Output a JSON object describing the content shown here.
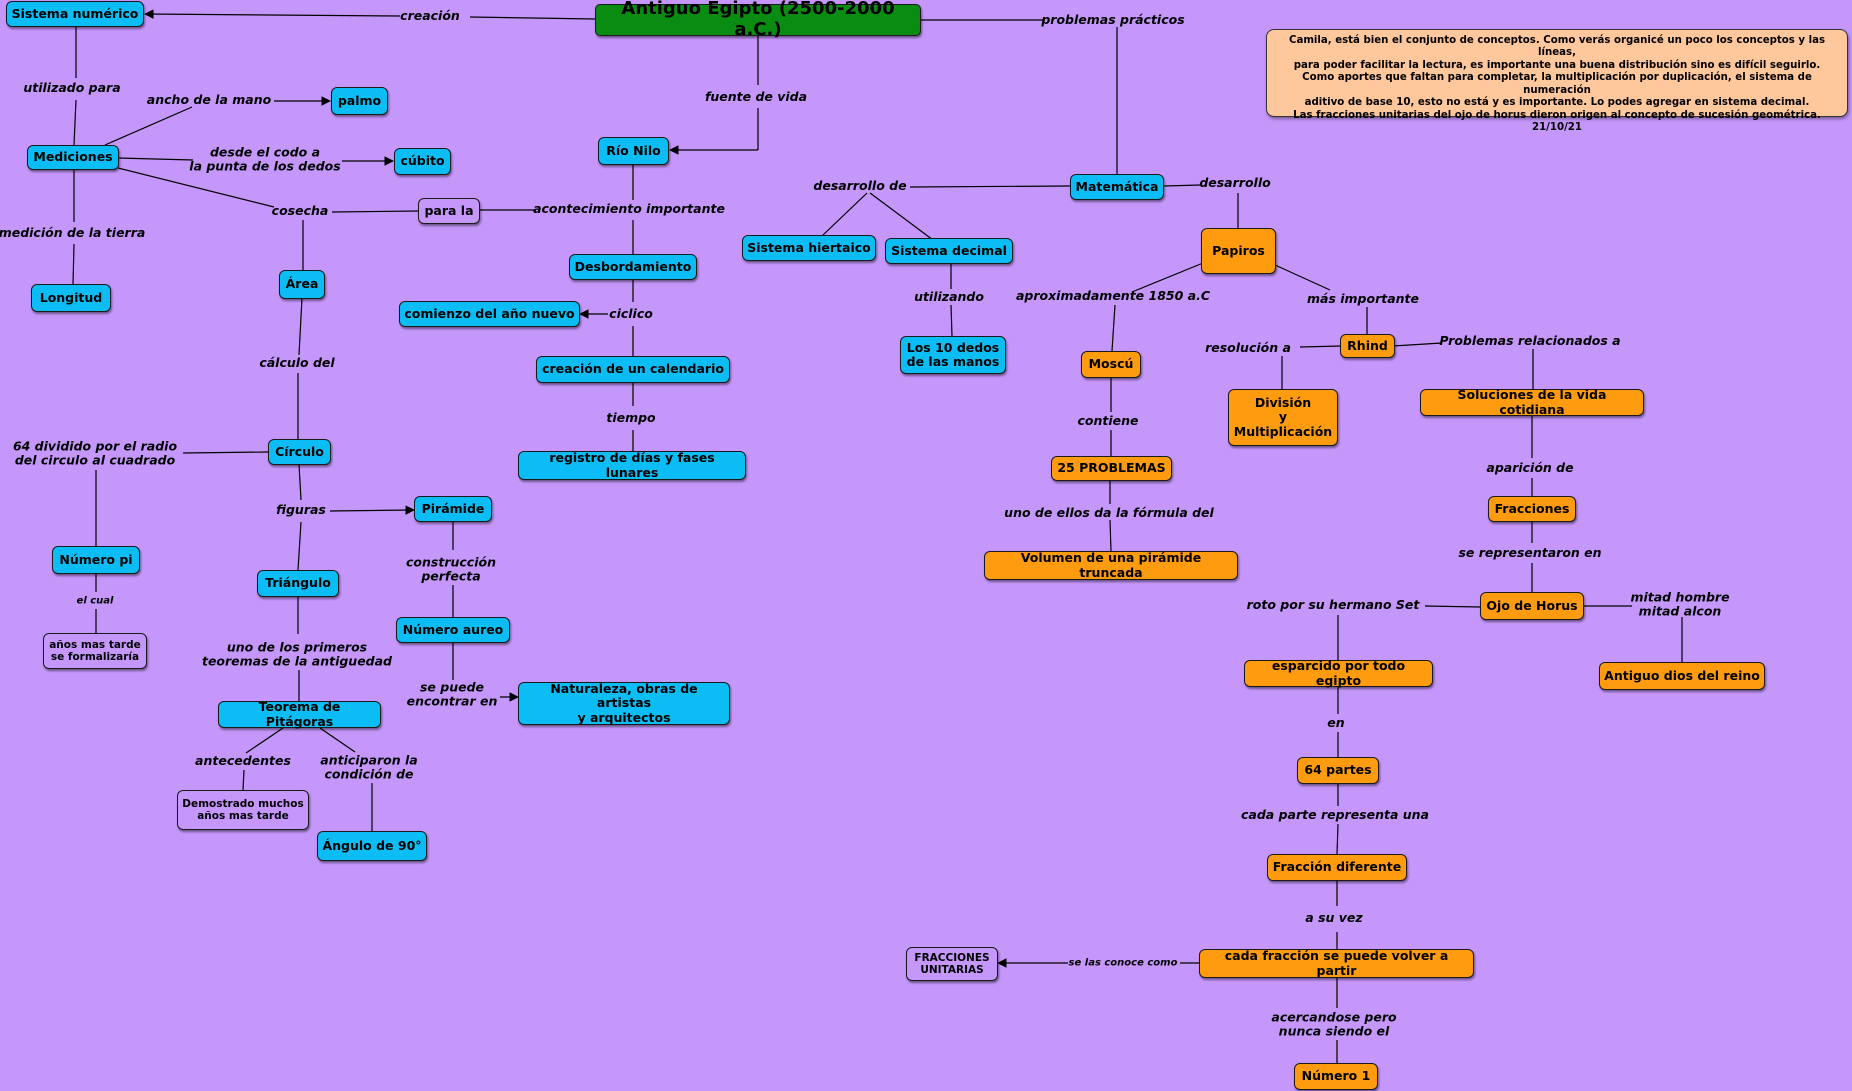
{
  "nodes": {
    "root": "Antiguo Egipto (2500-2000 a.C.)",
    "sistema_numerico": "Sistema numérico",
    "mediciones": "Mediciones",
    "palmo": "palmo",
    "cubito": "cúbito",
    "longitud": "Longitud",
    "para_la": "para la",
    "area": "Área",
    "circulo": "Círculo",
    "numero_pi": "Número pi",
    "anos_mas_tarde": "años mas tarde\nse formalizaría",
    "piramide": "Pirámide",
    "triangulo": "Triángulo",
    "numero_aureo": "Número aureo",
    "naturaleza": "Naturaleza, obras de artistas\ny arquitectos",
    "teorema": "Teorema de Pitágoras",
    "demostrado": "Demostrado muchos\naños mas tarde",
    "angulo": "Ángulo de 90°",
    "rio_nilo": "Río Nilo",
    "desbordamiento": "Desbordamiento",
    "comienzo": "comienzo del año nuevo",
    "calendario": "creación de un calendario",
    "registro": "registro de días y fases lunares",
    "matematica": "Matemática",
    "sistema_hieratico": "Sistema hiertaico",
    "sistema_decimal": "Sistema decimal",
    "dedos": "Los 10 dedos\nde las manos",
    "papiros": "Papiros",
    "moscu": "Moscú",
    "problemas25": "25 PROBLEMAS",
    "volumen": "Volumen de una pirámide truncada",
    "rhind": "Rhind",
    "division": "División\ny\nMultiplicación",
    "soluciones": "Soluciones de la vida cotidiana",
    "fracciones": "Fracciones",
    "ojo_horus": "Ojo de Horus",
    "antiguo_dios": "Antiguo dios del reino",
    "esparcido": "esparcido por todo egipto",
    "partes64": "64 partes",
    "fraccion_diferente": "Fracción diferente",
    "cada_fraccion": "cada fracción se puede volver a partir",
    "fracciones_unitarias": "FRACCIONES\nUNITARIAS",
    "numero1": "Número 1"
  },
  "links": {
    "creacion": "creación",
    "utilizado_para": "utilizado para",
    "ancho_mano": "ancho de la mano",
    "desde_codo": "desde el codo a\nla punta de los dedos",
    "medicion_tierra": "medición de la tierra",
    "cosecha": "cosecha",
    "acontecimiento": "acontecimiento importante",
    "calculo_del": "cálculo del",
    "pi_def": "64 dividido por el radio\ndel circulo al cuadrado",
    "el_cual": "el cual",
    "figuras": "figuras",
    "construccion": "construcción\nperfecta",
    "se_puede_encontrar": "se puede\nencontrar en",
    "primeros_teoremas": "uno de los primeros\nteoremas de la antiguedad",
    "antecedentes": "antecedentes",
    "anticiparon": "anticiparon la\ncondición de",
    "fuente_vida": "fuente de vida",
    "ciclico": "ciclico",
    "tiempo": "tiempo",
    "problemas_practicos": "problemas prácticos",
    "desarrollo_de": "desarrollo de",
    "desarrollo": "desarrollo",
    "utilizando": "utilizando",
    "aprox_1850": "aproximadamente 1850 a.C",
    "mas_importante": "más importante",
    "contiene": "contiene",
    "formula_del": "uno de ellos da la fórmula del",
    "resolucion_a": "resolución a",
    "problemas_relacionados": "Problemas relacionados a",
    "aparicion_de": "aparición de",
    "se_representaron": "se representaron en",
    "roto_por": "roto por su hermano Set",
    "mitad_hombre": "mitad hombre\nmitad alcon",
    "en": "en",
    "cada_parte": "cada parte representa una",
    "a_su_vez": "a su vez",
    "se_las_conoce": "se las conoce como",
    "acercandose": "acercandose pero\nnunca siendo el"
  },
  "note": {
    "text": "Camila, está bien el conjunto de conceptos.  Como verás organicé un poco los conceptos y las líneas,\npara poder facilitar la lectura, es importante una buena distribución sino es difícil seguirlo.\nComo aportes que faltan para completar, la multiplicación por duplicación, el sistema de numeración\naditivo de base 10, esto no está y es importante.   Lo podes agregar en sistema decimal.\nLas fracciones unitarias del ojo de horus dieron origen al concepto de sucesión geométrica.\n21/10/21"
  },
  "colors": {
    "background": "#c597fb",
    "blue_node": "#0bbcf5",
    "orange_node": "#ff9b0f",
    "root_node": "#0a8c12",
    "note": "#ffc79c"
  }
}
